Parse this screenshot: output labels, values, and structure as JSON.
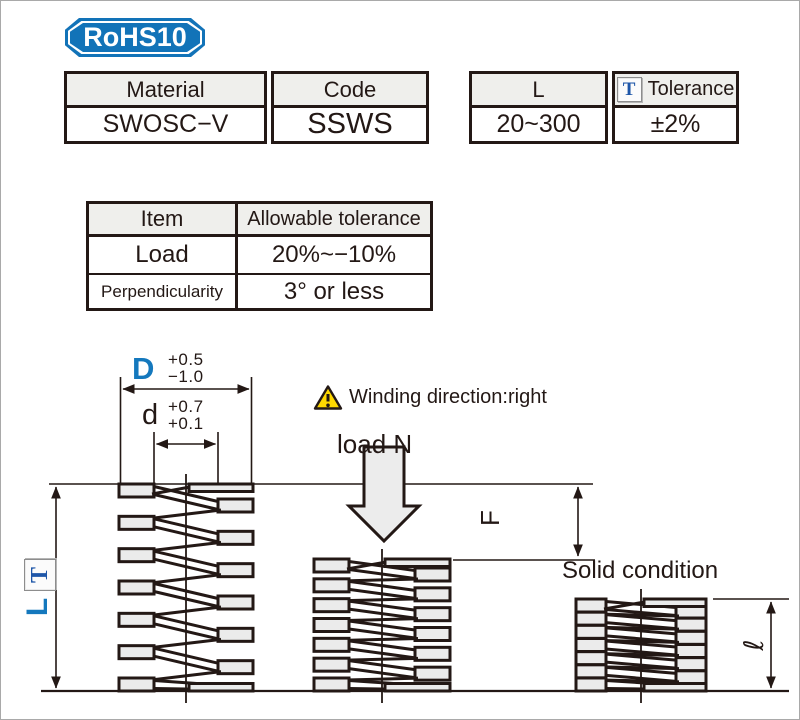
{
  "badge": {
    "label": "RoHS10"
  },
  "tables": {
    "material": {
      "headers": [
        "Material",
        "Code"
      ],
      "values": [
        "SWOSC−V",
        "SSWS"
      ]
    },
    "length_tolerance": {
      "headers": [
        "L",
        "Tolerance"
      ],
      "t_icon": "T",
      "values": [
        "20~300",
        "±2%"
      ]
    },
    "allowable": {
      "headers": [
        "Item",
        "Allowable tolerance"
      ],
      "rows": [
        [
          "Load",
          "20%~−10%"
        ],
        [
          "Perpendicularity",
          "3° or less"
        ]
      ]
    }
  },
  "diagram": {
    "outer_dia": {
      "label": "D",
      "tol_upper": "+0.5",
      "tol_lower": "−1.0"
    },
    "inner_dia": {
      "label": "d",
      "tol_upper": "+0.7",
      "tol_lower": "+0.1"
    },
    "warning": {
      "text": "Winding direction:right"
    },
    "load": {
      "label": "load N"
    },
    "deflection": {
      "label": "F"
    },
    "free_length": {
      "label": "L",
      "t_icon": "T"
    },
    "solid": {
      "label": "Solid condition",
      "length_label": "ℓ"
    }
  },
  "colors": {
    "badge_blue": "#1273b8",
    "accent_blue": "#1478bd",
    "t_icon_blue": "#1e56a8",
    "line": "#231815",
    "coil_fill": "#ebebeb",
    "header_gray": "#efefec",
    "warning_yellow": "#ffd800"
  }
}
